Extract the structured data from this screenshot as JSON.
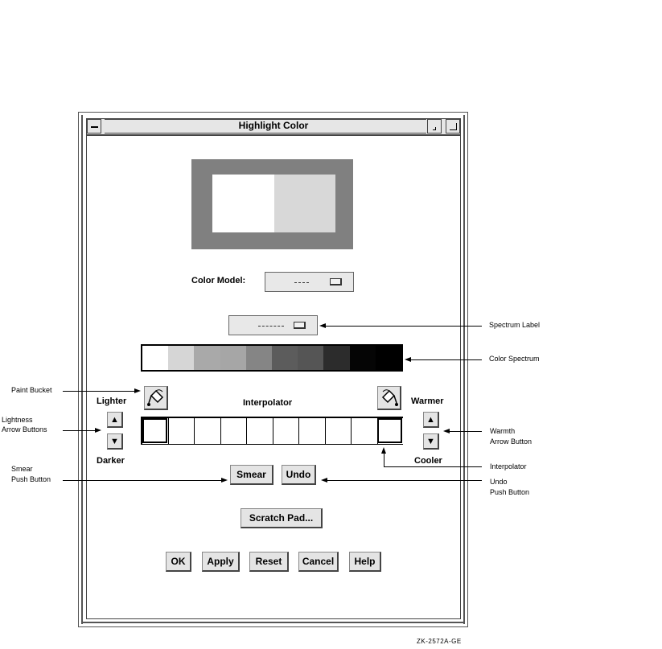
{
  "window": {
    "title": "Highlight Color"
  },
  "preview": {
    "old_color": "#ffffff",
    "new_color": "#d8d8d8",
    "border_color": "#808080"
  },
  "color_model": {
    "label": "Color Model:"
  },
  "spectrum": {
    "cells": [
      "#ffffff",
      "#d6d6d6",
      "#a9a9a9",
      "#a6a6a6",
      "#858585",
      "#5c5c5c",
      "#555555",
      "#2c2c2c",
      "#050505",
      "#000000"
    ]
  },
  "interpolator": {
    "label": "Interpolator",
    "cell_count": 10
  },
  "lightness": {
    "lighter": "Lighter",
    "darker": "Darker"
  },
  "warmth": {
    "warmer": "Warmer",
    "cooler": "Cooler"
  },
  "buttons": {
    "smear": "Smear",
    "undo": "Undo",
    "scratch_pad": "Scratch Pad...",
    "ok": "OK",
    "apply": "Apply",
    "reset": "Reset",
    "cancel": "Cancel",
    "help": "Help"
  },
  "annotations": {
    "spectrum_label": "Spectrum Label",
    "color_spectrum": "Color Spectrum",
    "paint_bucket": "Paint Bucket",
    "lightness_arrows_1": "Lightness",
    "lightness_arrows_2": "Arrow Buttons",
    "warmth_arrow_1": "Warmth",
    "warmth_arrow_2": "Arrow Button",
    "interpolator": "Interpolator",
    "smear_1": "Smear",
    "smear_2": "Push Button",
    "undo_1": "Undo",
    "undo_2": "Push Button"
  },
  "figure_id": "ZK-2572A-GE",
  "icons": {
    "minimize": "window-menu-icon",
    "iconify": "iconify-icon",
    "maximize": "maximize-icon",
    "up": "up-arrow-icon",
    "down": "down-arrow-icon",
    "bucket": "paint-bucket-icon"
  }
}
